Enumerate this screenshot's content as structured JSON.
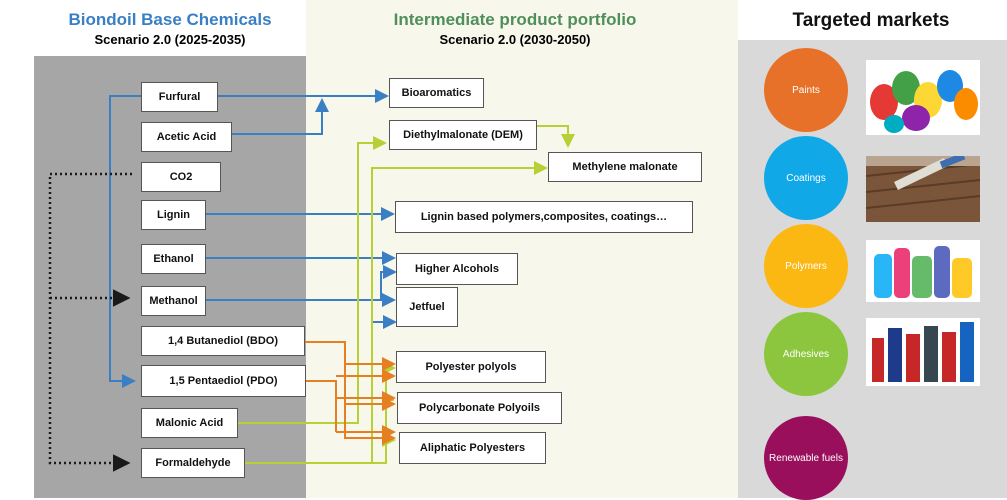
{
  "headers": {
    "base_title": "Biondoil Base Chemicals",
    "base_subtitle": "Scenario 2.0 (2025-2035)",
    "intermediate_title": "Intermediate product portfolio",
    "intermediate_subtitle": "Scenario 2.0 (2030-2050)",
    "markets_title": "Targeted markets"
  },
  "colors": {
    "base_title": "#3a7fc4",
    "intermediate_title": "#4f8f5a",
    "blue_arrow": "#3a7fc4",
    "green_arrow": "#b7d036",
    "orange_arrow": "#e67e22",
    "dotted_arrow": "#1a1a1a"
  },
  "base_chemicals": [
    "Furfural",
    "Acetic Acid",
    "CO2",
    "Lignin",
    "Ethanol",
    "Methanol",
    "1,4 Butanediol (BDO)",
    "1,5 Pentaediol (PDO)",
    "Malonic Acid",
    "Formaldehyde"
  ],
  "intermediates": [
    "Bioaromatics",
    "Diethylmalonate (DEM)",
    "Methylene malonate",
    "Lignin based polymers,composites, coatings…",
    "Higher Alcohols",
    "Jetfuel",
    "Polyester polyols",
    "Polycarbonate Polyoils",
    "Aliphatic Polyesters"
  ],
  "markets": [
    {
      "label": "Paints",
      "color": "#e8712a"
    },
    {
      "label": "Coatings",
      "color": "#11a8e8"
    },
    {
      "label": "Polymers",
      "color": "#fbb812"
    },
    {
      "label": "Adhesives",
      "color": "#8cc63f"
    },
    {
      "label": "Renewable fuels",
      "color": "#990f5b"
    }
  ],
  "photo_icons": [
    "paint-cans-photo",
    "brush-on-wood-photo",
    "plastic-bottles-photo",
    "adhesive-tubes-photo"
  ]
}
